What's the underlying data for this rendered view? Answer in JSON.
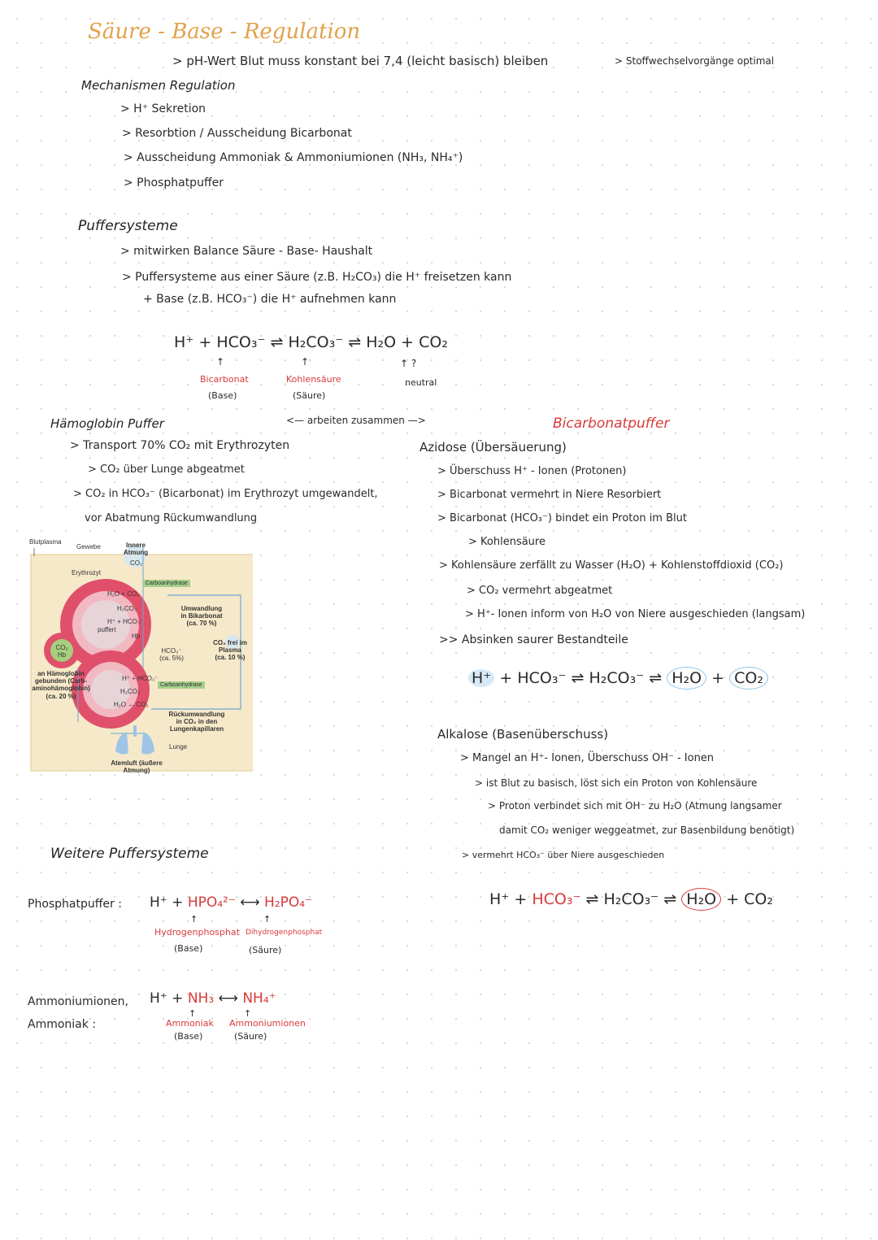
{
  "title": "Säure - Base - Regulation",
  "intro": "> pH-Wert Blut muss konstant bei 7,4 (leicht basisch) bleiben",
  "intro_note": "> Stoffwechselvorgänge optimal",
  "mechanisms": {
    "heading": "Mechanismen Regulation",
    "items": [
      "> H⁺ Sekretion",
      "> Resorbtion / Ausscheidung Bicarbonat",
      "> Ausscheidung Ammoniak & Ammoniumionen (NH₃, NH₄⁺)",
      "> Phosphatpuffer"
    ]
  },
  "buffer_systems": {
    "heading": "Puffersysteme",
    "items": [
      "> mitwirken Balance Säure - Base- Haushalt",
      "> Puffersysteme aus einer Säure (z.B. H₂CO₃) die H⁺ freisetzen kann",
      "+ Base (z.B. HCO₃⁻) die H⁺ aufnehmen kann"
    ],
    "equation": "H⁺ + HCO₃⁻ ⇌ H₂CO₃⁻ ⇌ H₂O + CO₂",
    "labels": {
      "bicarbonat": "Bicarbonat",
      "bicarbonat_sub": "(Base)",
      "kohlensaeure": "Kohlensäure",
      "kohlensaeure_sub": "(Säure)",
      "neutral": "neutral",
      "neutral_marks": "↑ ?"
    }
  },
  "works_together": "<— arbeiten zusammen —>",
  "haemoglobin": {
    "heading": "Hämoglobin Puffer",
    "items": [
      "> Transport 70% CO₂ mit Erythrozyten",
      "> CO₂ über Lunge abgeatmet",
      "> CO₂ in HCO₃⁻ (Bicarbonat) im Erythrozyt umgewandelt,",
      "vor Abatmung Rückumwandlung"
    ]
  },
  "diagram": {
    "blutplasma": "Blutplasma",
    "gewebe": "Gewebe",
    "innere_atmung": "Innere Atmung",
    "co2": "CO₂",
    "erythrozyt": "Erythrozyt",
    "carboanhydrase1": "Carboanhydrase",
    "h2o_co2": "H₂O + CO₂",
    "h2co3": "H₂CO₃",
    "h_hco3": "H⁺ + HCO₃⁻",
    "puffert": "puffert",
    "hb": "Hb",
    "umwandlung": "Umwandlung in Bikarbonat (ca. 70 %)",
    "hco3_5": "HCO₃⁻ (ca. 5%)",
    "co2_frei": "CO₂ frei im Plasma (ca. 10 %)",
    "co2_hb": "CO₂ Hb",
    "haemoglobin_gebunden": "an Hämoglobin gebunden (Carb-aminohämoglobin) (ca. 20 %)",
    "h_hco3_2": "H⁺ + HCO₃⁻",
    "carboanhydrase2": "Carboanhydrase",
    "h2co3_2": "H₂CO₃",
    "h2o_co2_2": "H₂O ← CO₂",
    "rueckumwandlung": "Rückumwandlung in CO₂ in den Lungenkapillaren",
    "lunge": "Lunge",
    "atemluft": "Atemluft (äußere Atmung)"
  },
  "bicarbonate": {
    "heading": "Bicarbonatpuffer",
    "azidose": {
      "heading": "Azidose (Übersäuerung)",
      "items": [
        "> Überschuss H⁺ - Ionen (Protonen)",
        "> Bicarbonat vermehrt in Niere Resorbiert",
        "> Bicarbonat (HCO₃⁻) bindet ein Proton im Blut",
        "> Kohlensäure",
        "> Kohlensäure zerfällt zu Wasser (H₂O) + Kohlenstoffdioxid (CO₂)",
        "> CO₂ vermehrt abgeatmet",
        "> H⁺- Ionen inform von H₂O von Niere ausgeschieden (langsam)",
        ">> Absinken saurer Bestandteile"
      ],
      "eq_h": "H⁺",
      "eq_mid": "+ HCO₃⁻ ⇌ H₂CO₃⁻ ⇌",
      "eq_h2o": "H₂O",
      "eq_plus": "+",
      "eq_co2": "CO₂"
    },
    "alkalose": {
      "heading": "Alkalose (Basenüberschuss)",
      "items": [
        "> Mangel an H⁺- Ionen, Überschuss OH⁻ - Ionen",
        "> ist Blut zu basisch, löst sich ein Proton von Kohlensäure",
        "> Proton verbindet sich mit OH⁻ zu H₂O (Atmung langsamer",
        "damit CO₂ weniger weggeatmet, zur Basenbildung benötigt)",
        "> vermehrt HCO₃⁻ über Niere ausgeschieden"
      ],
      "eq_h": "H⁺ +",
      "eq_hco3": "HCO₃⁻",
      "eq_mid": "⇌ H₂CO₃⁻ ⇌",
      "eq_h2o": "H₂O",
      "eq_end": "+ CO₂"
    }
  },
  "further": {
    "heading": "Weitere Puffersysteme",
    "phosphat": {
      "label": "Phosphatpuffer :",
      "eq_h": "H⁺ +",
      "eq_a": "HPO₄²⁻",
      "eq_arrow": "⟷",
      "eq_b": "H₂PO₄⁻",
      "a_name": "Hydrogenphosphat",
      "a_sub": "(Base)",
      "b_name": "Dihydrogenphosphat",
      "b_sub": "(Säure)"
    },
    "ammonium": {
      "label1": "Ammoniumionen,",
      "label2": "Ammoniak :",
      "eq_h": "H⁺ +",
      "eq_a": "NH₃",
      "eq_arrow": "⟷",
      "eq_b": "NH₄⁺",
      "a_name": "Ammoniak",
      "a_sub": "(Base)",
      "b_name": "Ammoniumionen",
      "b_sub": "(Säure)"
    }
  },
  "colors": {
    "title": "#e1a24a",
    "accent_red": "#d83a3a",
    "circle_blue": "#8fc6e8",
    "erythrocyte": "#e0506a",
    "plasma_bg": "#f6e9c9"
  }
}
